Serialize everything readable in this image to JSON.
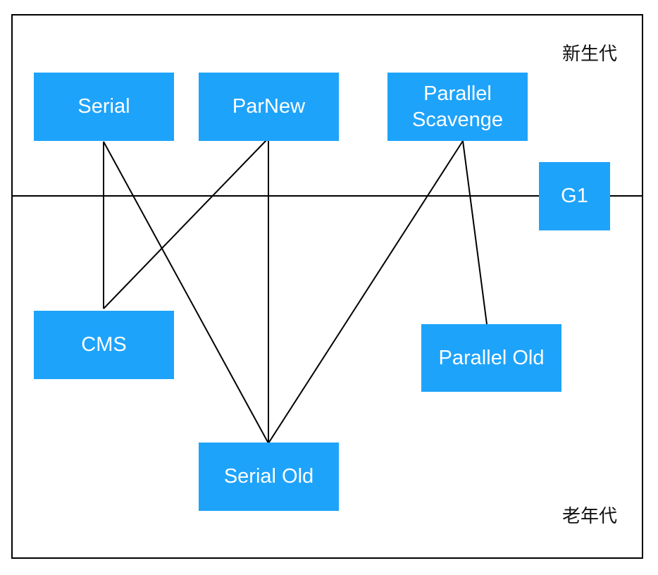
{
  "regions": {
    "young": "新生代",
    "old": "老年代"
  },
  "collectors": {
    "serial": "Serial",
    "parnew": "ParNew",
    "parallel_scavenge": "Parallel\nScavenge",
    "g1": "G1",
    "cms": "CMS",
    "parallel_old": "Parallel Old",
    "serial_old": "Serial Old"
  },
  "connections": [
    [
      "serial",
      "cms"
    ],
    [
      "serial",
      "serial_old"
    ],
    [
      "parnew",
      "cms"
    ],
    [
      "parnew",
      "serial_old"
    ],
    [
      "parallel_scavenge",
      "serial_old"
    ],
    [
      "parallel_scavenge",
      "parallel_old"
    ]
  ],
  "colors": {
    "box": "#1ea3fb",
    "box_text": "#ffffff",
    "line": "#000000"
  }
}
